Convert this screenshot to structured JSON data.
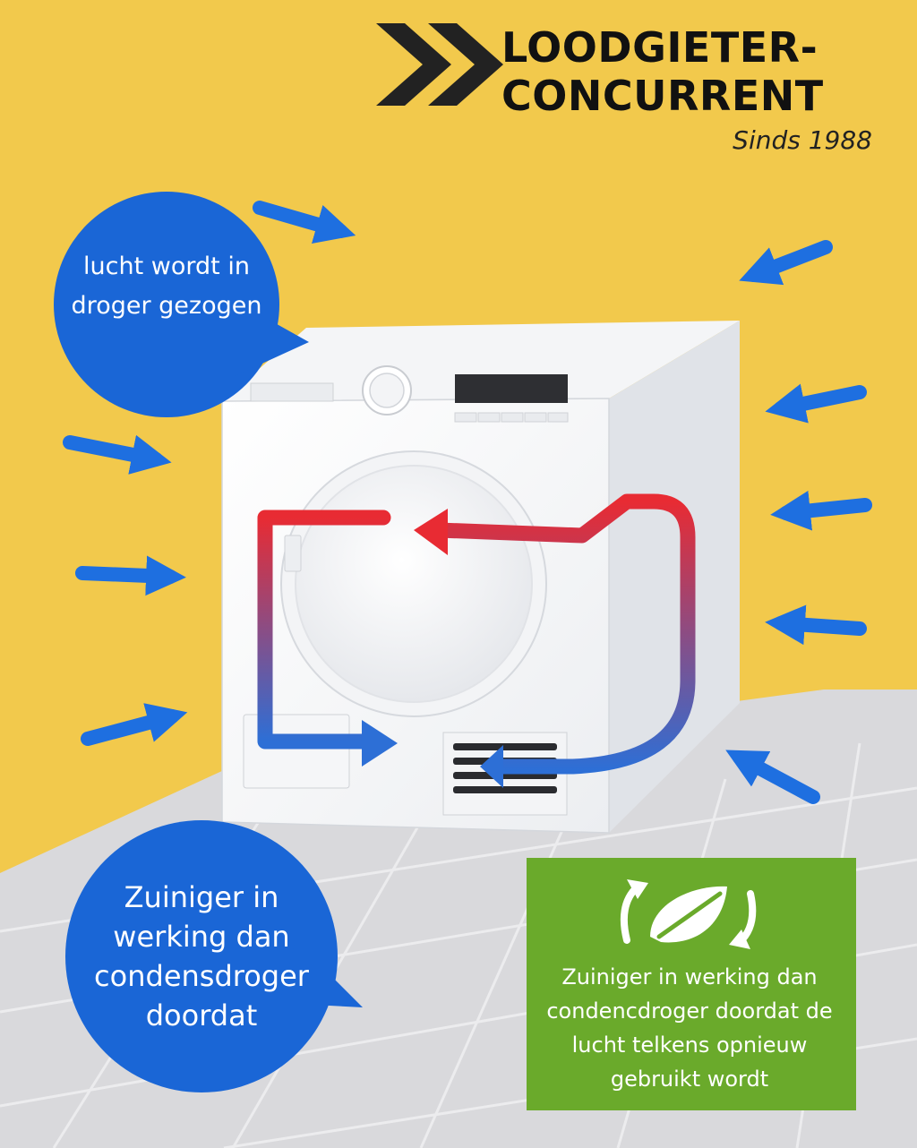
{
  "logo": {
    "line1": "LOODGIETER-",
    "line2": "CONCURRENT",
    "tagline": "Sinds 1988"
  },
  "bubble_intake": {
    "text": "lucht wordt in droger gezogen"
  },
  "bubble_efficiency": {
    "text": "Zuiniger in werking dan condensdroger doordat"
  },
  "info_box": {
    "text": "Zuiniger in werking dan condencdroger doordat de lucht telkens opnieuw gebruikt wordt"
  },
  "colors": {
    "wall": "#f2c94c",
    "floor": "#d9d9dc",
    "bubble_blue": "#1a66d6",
    "arrow_blue": "#1e6fe0",
    "hot_red": "#e82b33",
    "cool_blue": "#2d6fd6",
    "info_green": "#6aaa2b",
    "logo_dark": "#222222"
  },
  "icons": {
    "logo": "double-chevron-icon",
    "info": "leaf-recycle-icon"
  }
}
